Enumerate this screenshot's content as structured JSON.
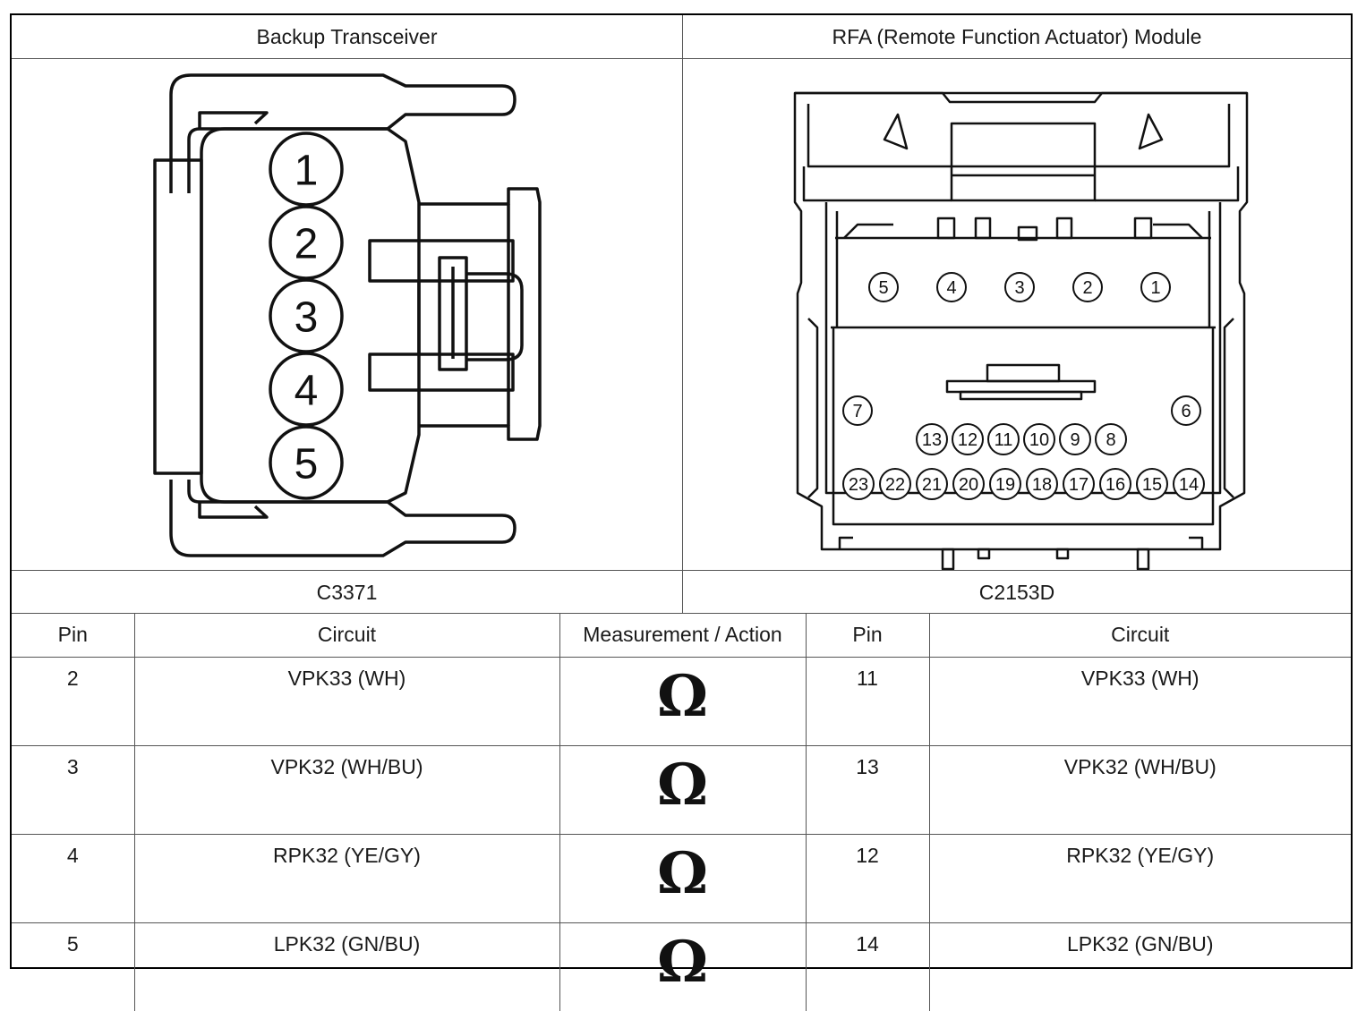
{
  "left_connector": {
    "title": "Backup Transceiver",
    "code": "C3371",
    "pins": [
      "1",
      "2",
      "3",
      "4",
      "5"
    ]
  },
  "right_connector": {
    "title": "RFA (Remote Function Actuator) Module",
    "code": "C2153D",
    "pins_top_row": [
      "5",
      "4",
      "3",
      "2",
      "1"
    ],
    "pin_left": "7",
    "pin_right": "6",
    "pins_middle_row": [
      "13",
      "12",
      "11",
      "10",
      "9",
      "8"
    ],
    "pins_bottom_row": [
      "23",
      "22",
      "21",
      "20",
      "19",
      "18",
      "17",
      "16",
      "15",
      "14"
    ]
  },
  "table": {
    "headers": [
      "Pin",
      "Circuit",
      "Measurement / Action",
      "Pin",
      "Circuit"
    ],
    "rows": [
      {
        "pin_a": "2",
        "circuit_a": "VPK33 (WH)",
        "action": "Ω",
        "pin_b": "11",
        "circuit_b": "VPK33 (WH)"
      },
      {
        "pin_a": "3",
        "circuit_a": "VPK32 (WH/BU)",
        "action": "Ω",
        "pin_b": "13",
        "circuit_b": "VPK32 (WH/BU)"
      },
      {
        "pin_a": "4",
        "circuit_a": "RPK32 (YE/GY)",
        "action": "Ω",
        "pin_b": "12",
        "circuit_b": "RPK32 (YE/GY)"
      },
      {
        "pin_a": "5",
        "circuit_a": "LPK32 (GN/BU)",
        "action": "Ω",
        "pin_b": "14",
        "circuit_b": "LPK32 (GN/BU)"
      }
    ]
  }
}
